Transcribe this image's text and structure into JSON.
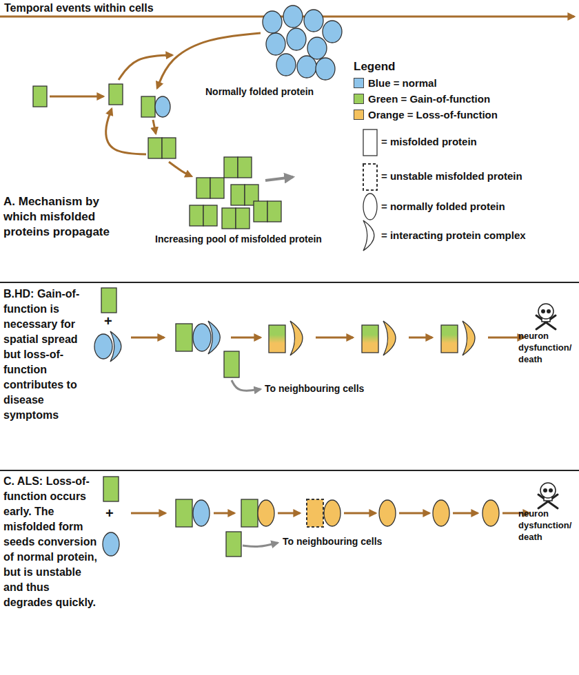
{
  "diagram": {
    "title": "Temporal events within cells",
    "labels": [
      "Legend",
      "A. Mechanism by which misfolded proteins propagate",
      "Normally folded protein",
      "Increasing pool of misfolded protein",
      "B.HD: Gain-of-function is necessary for spatial spread but loss-of-function contributes to disease symptoms",
      "+",
      "To neighbouring cells",
      "neuron dysfunction/ death",
      "C. ALS: Loss-of-function occurs early. The misfolded form seeds conversion of normal protein, but is unstable and thus degrades quickly.",
      "+",
      "To neighbouring cells",
      "neuron dysfunction/ death"
    ],
    "legend": [
      {
        "text": "Blue = normal",
        "color": "#8ec4ea"
      },
      {
        "text": "Green = Gain-of-function",
        "color": "#9ccf5c"
      },
      {
        "text": "Orange = Loss-of-function",
        "color": "#f4c15e"
      },
      {
        "text": "= misfolded protein"
      },
      {
        "text": "= unstable misfolded protein"
      },
      {
        "text": "= normally folded protein"
      },
      {
        "text": "= interacting protein complex"
      }
    ]
  }
}
